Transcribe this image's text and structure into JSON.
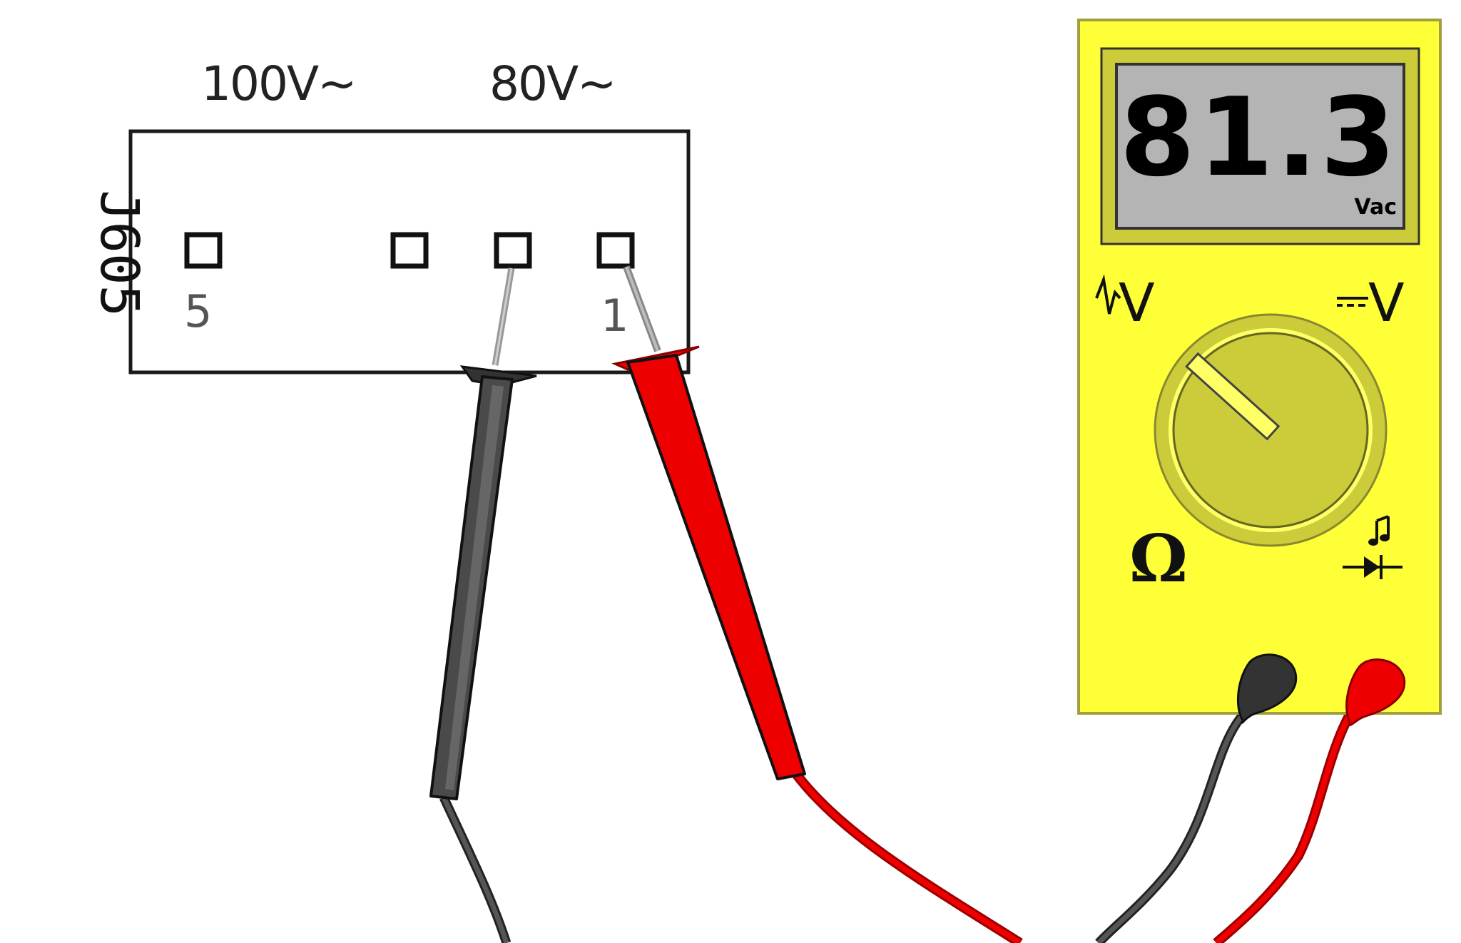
{
  "connector": {
    "designator": "J605",
    "voltage_label_left": "100V~",
    "voltage_label_right": "80V~",
    "pin_label_low": "1",
    "pin_label_high": "5"
  },
  "multimeter": {
    "reading": "81.3",
    "unit": "Vac",
    "label_ac_volts": "V",
    "label_dc_volts": "V",
    "label_ohms": "Ω"
  },
  "colors": {
    "meter_body": "#ffff38",
    "display_bg": "#b4b4b4",
    "dial": "#cccc3a",
    "probe_red": "#ee0000",
    "probe_black": "#444444",
    "probe_tip": "#999999"
  },
  "icons": {
    "ac_wave": "ac-wave-icon",
    "dc_symbol": "dc-symbol-icon",
    "continuity": "continuity-music-note-icon",
    "diode": "diode-icon"
  }
}
